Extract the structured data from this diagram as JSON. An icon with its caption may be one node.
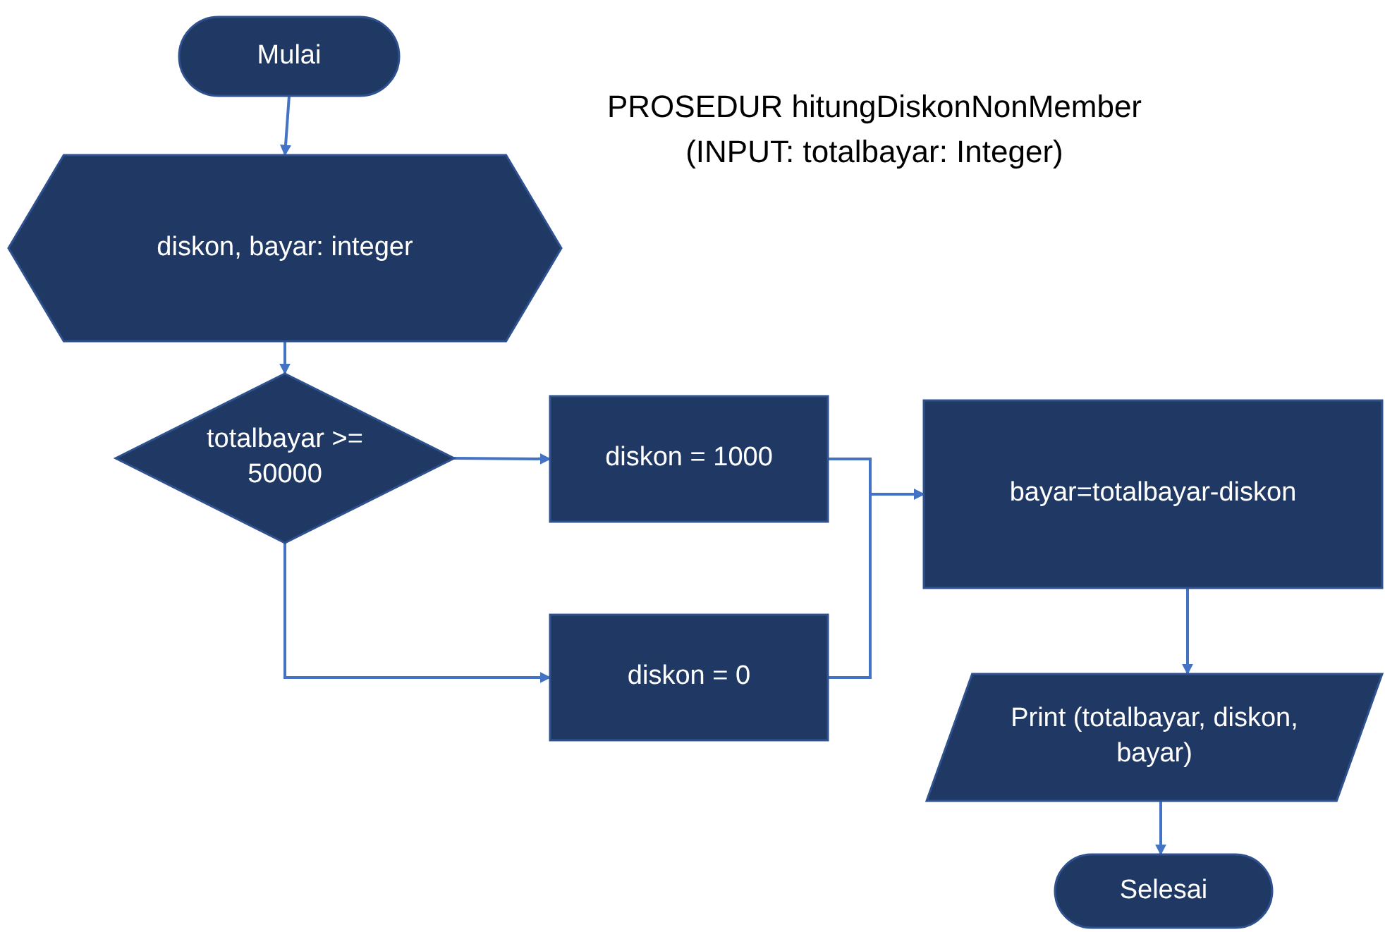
{
  "diagram": {
    "title": "PROSEDUR hitungDiskonNonMember (INPUT: totalbayar: Integer)",
    "nodes": [
      {
        "text": [
          "Mulai"
        ]
      },
      {
        "text": [
          "diskon, bayar: integer"
        ]
      },
      {
        "text": [
          "totalbayar >= 50000"
        ]
      },
      {
        "text": [
          "diskon = 1000"
        ]
      },
      {
        "text": [
          "diskon = 0"
        ]
      },
      {
        "text": [
          "bayar=totalbayar-diskon"
        ]
      },
      {
        "text": [
          "Print (totalbayar, diskon, bayar)"
        ]
      },
      {
        "text": [
          "Selesai"
        ]
      }
    ],
    "edges": [
      {
        "from": 0,
        "to": 1,
        "arrow": "to"
      },
      {
        "from": 1,
        "to": 2,
        "arrow": "to"
      },
      {
        "from": 2,
        "to": 3,
        "arrow": "to"
      },
      {
        "from": 2,
        "to": 4,
        "arrow": "to"
      },
      {
        "from": 3,
        "to": 5,
        "arrow": "to"
      },
      {
        "from": 4,
        "to": 5,
        "arrow": "to"
      },
      {
        "from": 5,
        "to": 6,
        "arrow": "to"
      },
      {
        "from": 6,
        "to": 7,
        "arrow": "to"
      }
    ]
  }
}
